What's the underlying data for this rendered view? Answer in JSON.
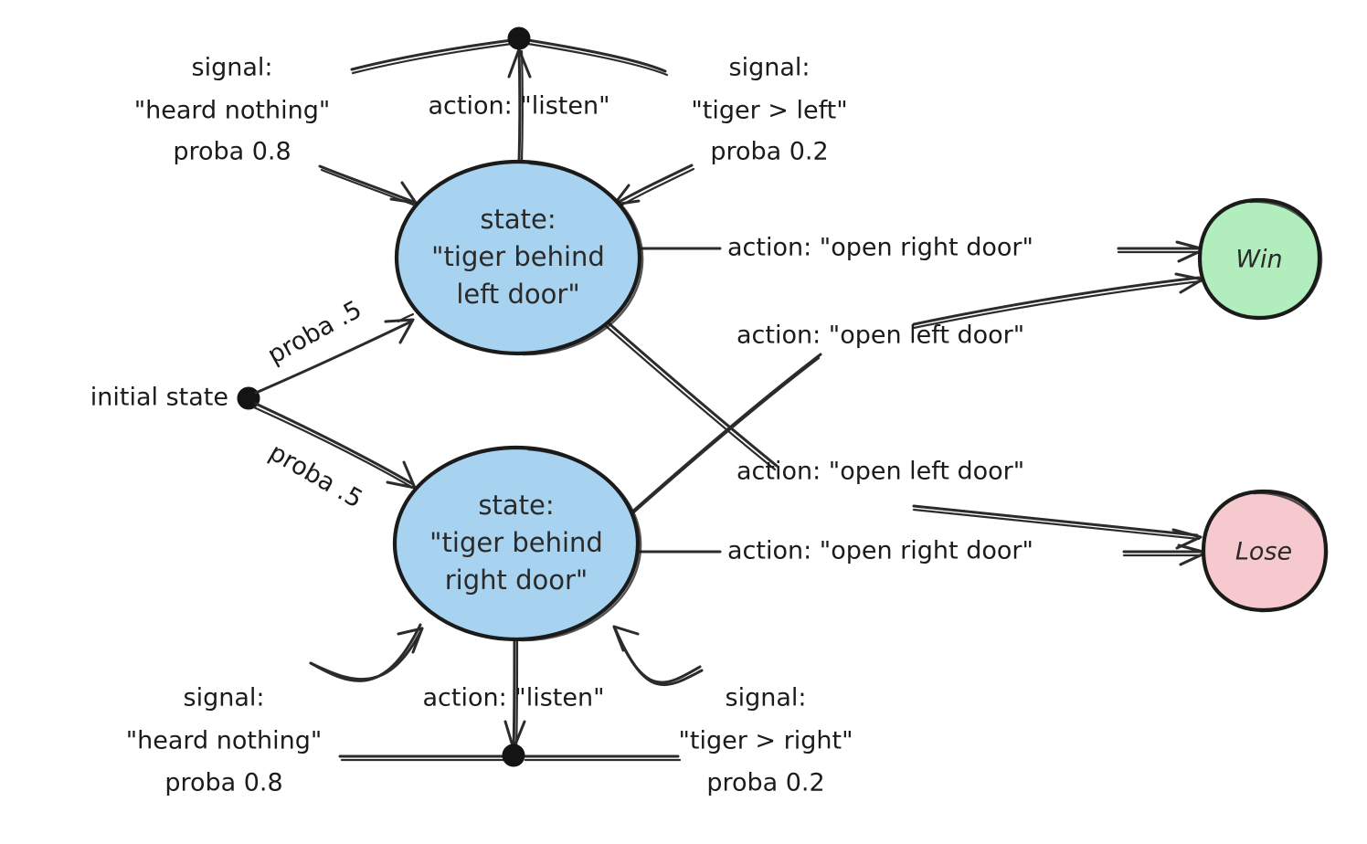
{
  "diagram": {
    "title": "POMDP tiger problem state diagram",
    "style": "hand-drawn sketch",
    "background_color": "#ffffff",
    "ink_color": "#1b1b1b"
  },
  "nodes": {
    "initial": {
      "label": "initial state",
      "kind": "start-point",
      "color": "#141414"
    },
    "state_left": {
      "line1": "state:",
      "line2": "\"tiger behind",
      "line3": "left door\"",
      "fill": "#a8d3f0",
      "stroke": "#1b1b1b"
    },
    "state_right": {
      "line1": "state:",
      "line2": "\"tiger behind",
      "line3": "right door\"",
      "fill": "#a8d3f0",
      "stroke": "#1b1b1b"
    },
    "win": {
      "label": "Win",
      "fill": "#b2edbe",
      "stroke": "#1b1b1b"
    },
    "lose": {
      "label": "Lose",
      "fill": "#f5c9ce",
      "stroke": "#1b1b1b"
    }
  },
  "edges": {
    "init_to_left": {
      "label": "proba .5"
    },
    "init_to_right": {
      "label": "proba .5"
    },
    "top_listen": {
      "label": "action: \"listen\""
    },
    "top_signal_nothing": {
      "line1": "signal:",
      "line2": "\"heard nothing\"",
      "line3": "proba 0.8"
    },
    "top_signal_tiger": {
      "line1": "signal:",
      "line2": "\"tiger > left\"",
      "line3": "proba 0.2"
    },
    "bottom_listen": {
      "label": "action: \"listen\""
    },
    "bottom_signal_nothing": {
      "line1": "signal:",
      "line2": "\"heard nothing\"",
      "line3": "proba 0.8"
    },
    "bottom_signal_tiger": {
      "line1": "signal:",
      "line2": "\"tiger > right\"",
      "line3": "proba 0.2"
    },
    "left_open_right_win": {
      "label": "action: \"open right door\""
    },
    "right_open_left_win": {
      "label": "action: \"open left door\""
    },
    "left_open_left_lose": {
      "label": "action: \"open left door\""
    },
    "right_open_right_lose": {
      "label": "action: \"open right door\""
    }
  }
}
